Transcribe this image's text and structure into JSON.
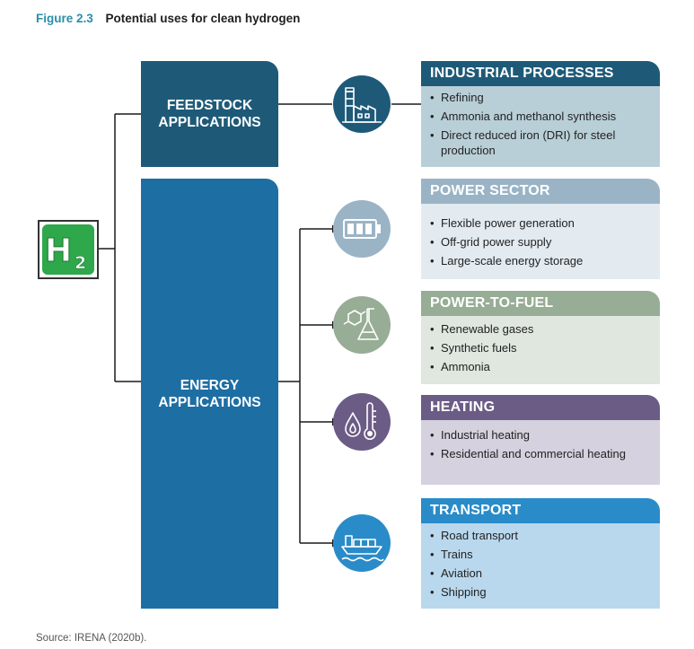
{
  "figure": {
    "number": "Figure 2.3",
    "title": "Potential uses for clean hydrogen"
  },
  "hub": {
    "symbol": "H",
    "subscript": "2",
    "icon": "hydrogen-icon"
  },
  "categories": [
    {
      "line1": "FEEDSTOCK",
      "line2": "APPLICATIONS",
      "color": "#1e5a78"
    },
    {
      "line1": "ENERGY",
      "line2": "APPLICATIONS",
      "color": "#1d6ea3"
    }
  ],
  "panels": [
    {
      "title": "INDUSTRIAL PROCESSES",
      "icon": "factory-icon",
      "header_color": "#1e5a78",
      "body_color": "#b9cfd8",
      "items": [
        "Refining",
        "Ammonia and methanol synthesis",
        "Direct reduced iron (DRI) for steel production"
      ]
    },
    {
      "title": "POWER SECTOR",
      "icon": "battery-icon",
      "header_color": "#9ab4c6",
      "body_color": "#e3ebf1",
      "items": [
        "Flexible power generation",
        "Off-grid power supply",
        "Large-scale energy storage"
      ]
    },
    {
      "title": "POWER-TO-FUEL",
      "icon": "chemistry-flask-icon",
      "header_color": "#97ad95",
      "body_color": "#dfe7df",
      "items": [
        "Renewable gases",
        "Synthetic fuels",
        "Ammonia"
      ]
    },
    {
      "title": "HEATING",
      "icon": "flame-thermometer-icon",
      "header_color": "#6b5c86",
      "body_color": "#d5d1de",
      "items": [
        "Industrial heating",
        "Residential and commercial heating"
      ]
    },
    {
      "title": "TRANSPORT",
      "icon": "cargo-ship-icon",
      "header_color": "#2a8bc9",
      "body_color": "#b9d8ed",
      "items": [
        "Road transport",
        "Trains",
        "Aviation",
        "Shipping"
      ]
    }
  ],
  "source": "Source: IRENA (2020b)."
}
